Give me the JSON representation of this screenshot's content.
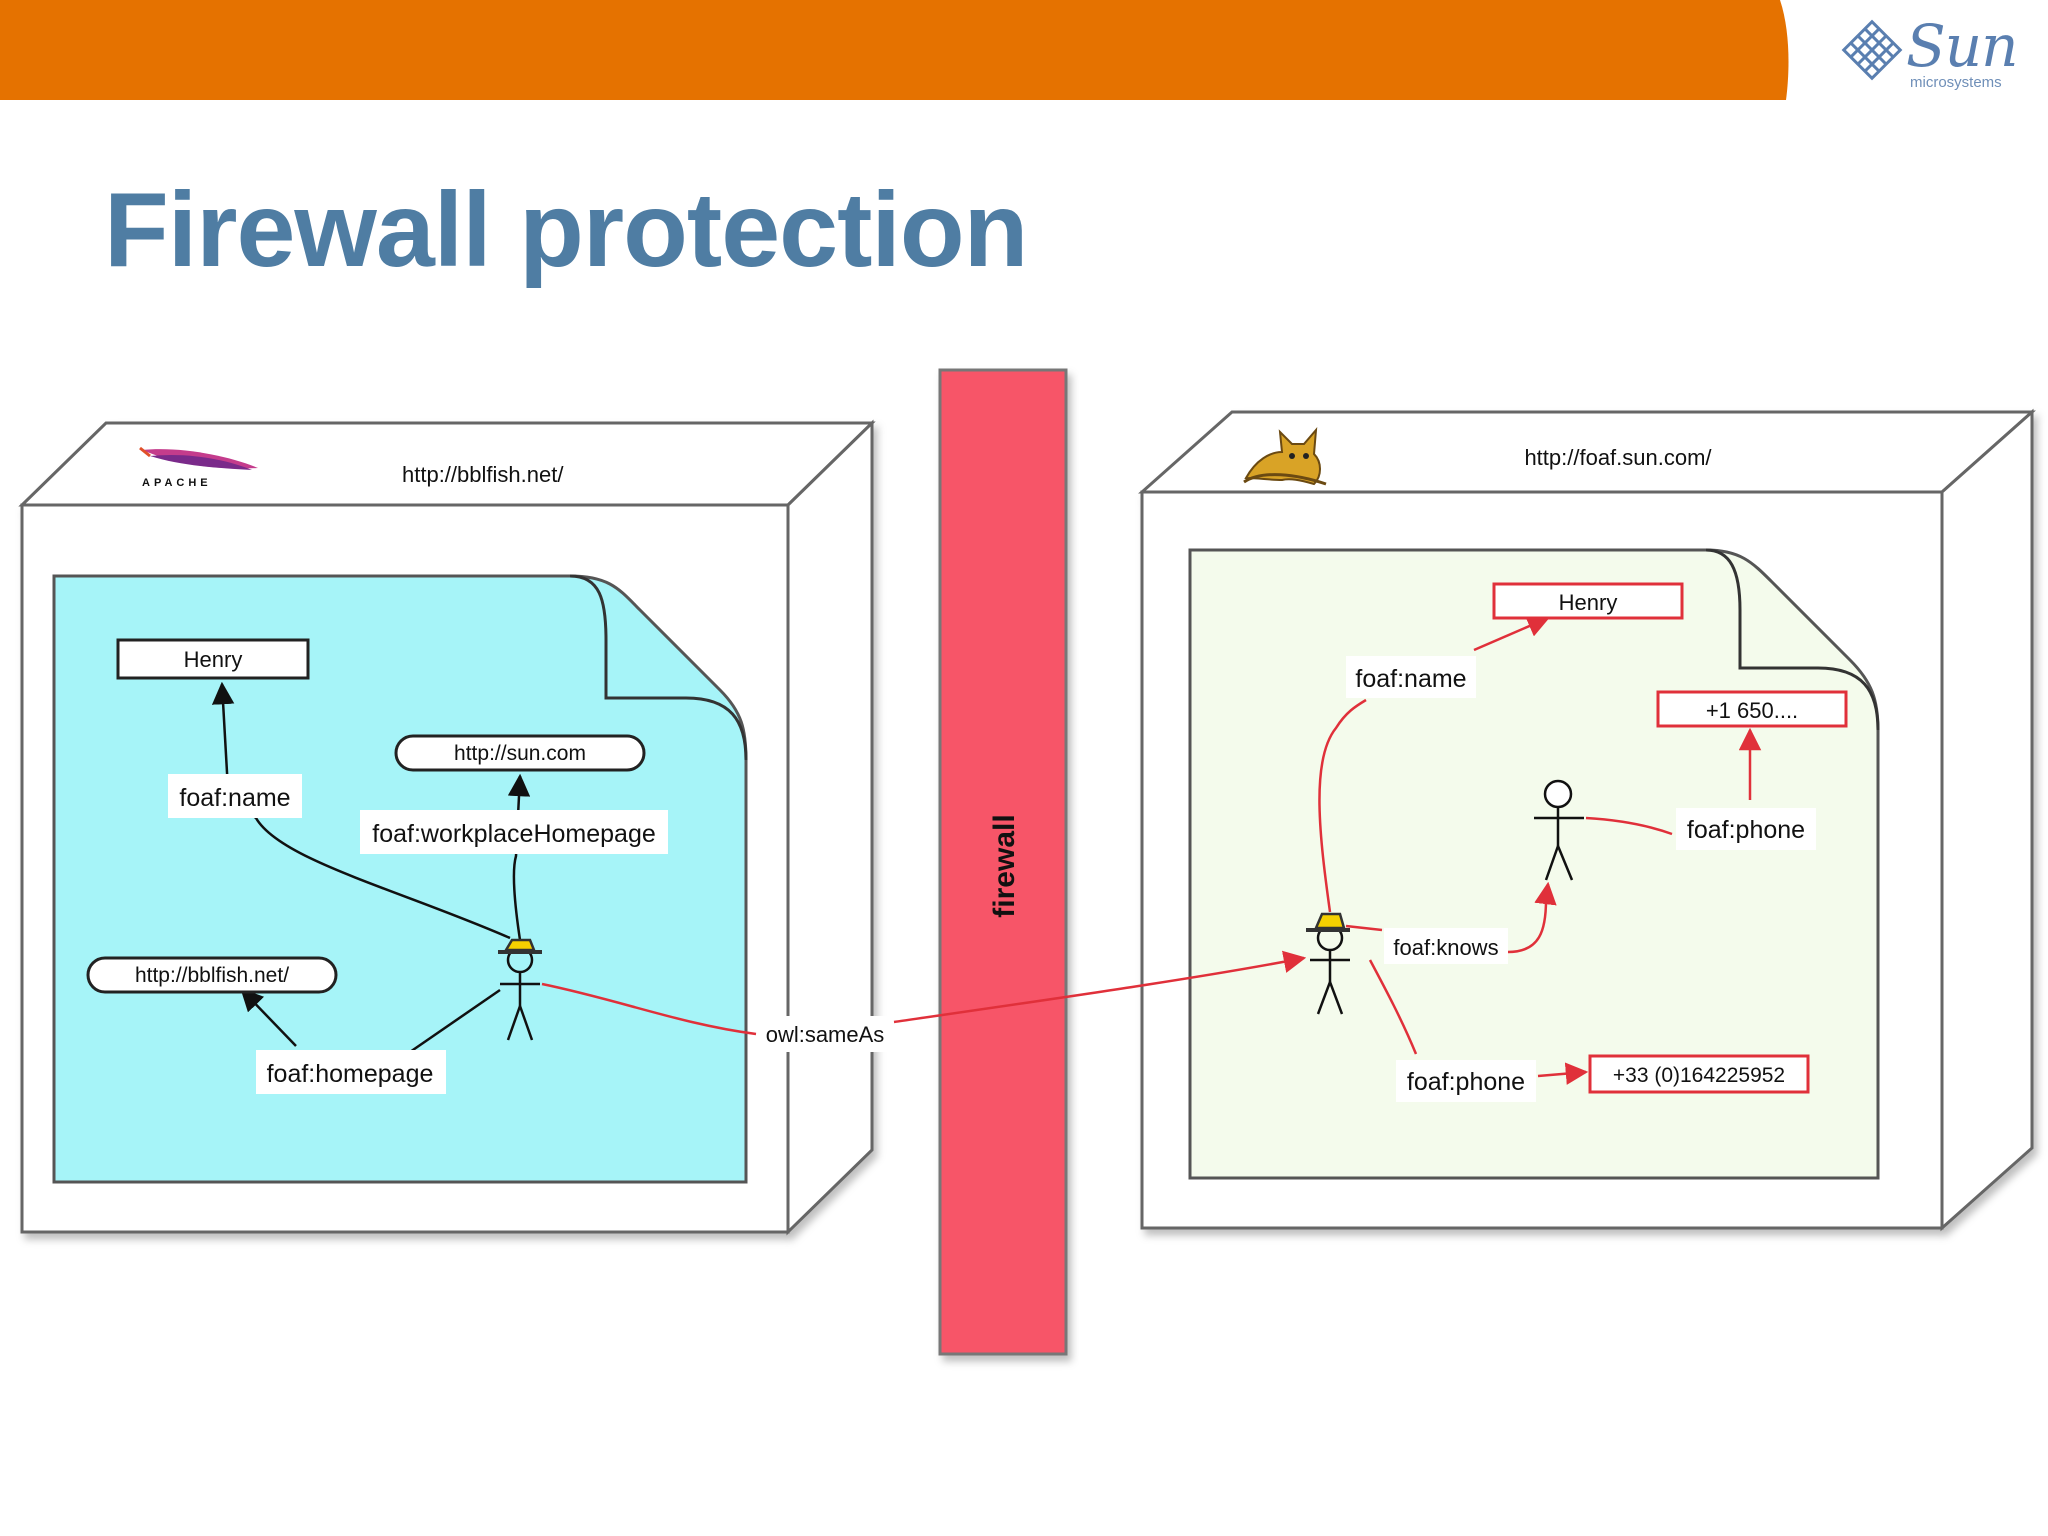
{
  "slide": {
    "title": "Firewall protection",
    "logo": {
      "wordmark": "Sun",
      "subtitle": "microsystems",
      "icon": "sun-diamond-icon"
    },
    "colors": {
      "banner": "#e57200",
      "title": "#4f7da3",
      "firewall": "#f75468",
      "left_doc": "#a6f4f8",
      "right_doc": "#f4fbec",
      "red_link": "#e0303a"
    }
  },
  "left_server": {
    "url": "http://bblfish.net/",
    "logo_text": "APACHE",
    "nodes": {
      "name_value": "Henry",
      "name_edge": "foaf:name",
      "workplace_value": "http://sun.com",
      "workplace_edge": "foaf:workplaceHomepage",
      "homepage_value": "http://bblfish.net/",
      "homepage_edge": "foaf:homepage"
    }
  },
  "firewall": {
    "label": "firewall"
  },
  "link": {
    "label": "owl:sameAs"
  },
  "right_server": {
    "url": "http://foaf.sun.com/",
    "logo_icon": "tomcat-icon",
    "nodes": {
      "name_value": "Henry",
      "name_edge": "foaf:name",
      "phone1_value": "+1 650....",
      "phone1_edge": "foaf:phone",
      "knows_edge": "foaf:knows",
      "phone2_edge": "foaf:phone",
      "phone2_value": "+33 (0)164225952"
    }
  }
}
